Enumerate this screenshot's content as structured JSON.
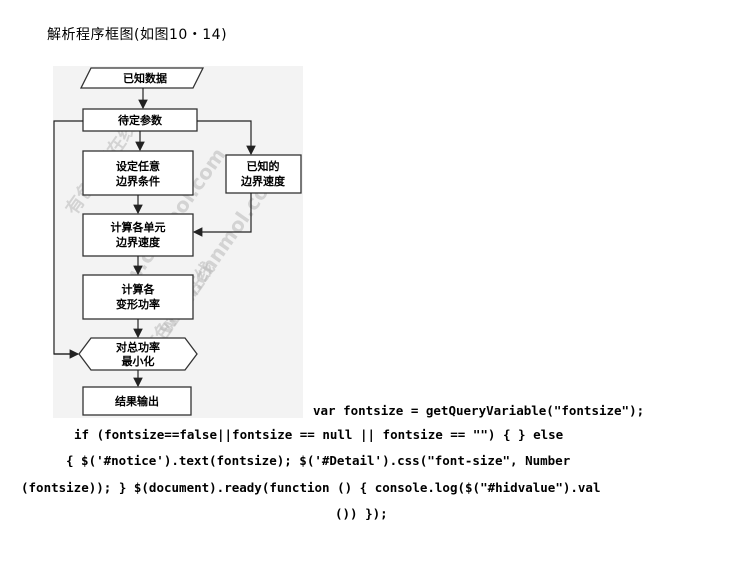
{
  "caption": "解析程序框图(如图10・14)",
  "flowchart": {
    "known_data": "已知数据",
    "params": "待定参数",
    "boundary_1": "设定任意",
    "boundary_2": "边界条件",
    "known_speed_1": "已知的",
    "known_speed_2": "边界速度",
    "unit_speed_1": "计算各单元",
    "unit_speed_2": "边界速度",
    "deform_1": "计算各",
    "deform_2": "变形功率",
    "minimize_1": "对总功率",
    "minimize_2": "最小化",
    "output": "结果输出",
    "watermark_url": "www.cnnmol.com",
    "watermark_cn": "有色金属在线"
  },
  "code_lines": [
    "var fontsize = getQueryVariable(\"fontsize\");",
    "if (fontsize==false||fontsize == null || fontsize == \"\") { } else",
    "{ $('#notice').text(fontsize); $('#Detail').css(\"font-size\", Number",
    "(fontsize)); } $(document).ready(function () { console.log($(\"#hidvalue\").val",
    "()) });"
  ]
}
